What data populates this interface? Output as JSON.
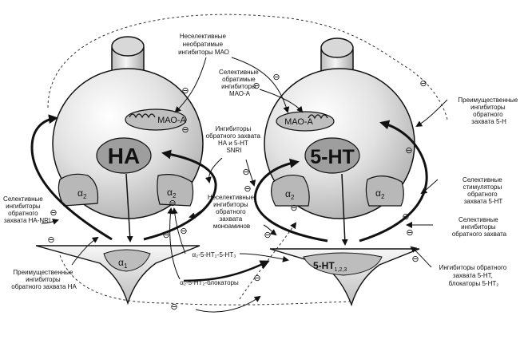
{
  "main": {
    "left_neuron_label": "НА",
    "right_neuron_label": "5-НТ",
    "mao_a_left": "МАО-А",
    "mao_a_right": "МАО-А",
    "alpha2": "α",
    "alpha2_sub": "2",
    "alpha1": "α",
    "alpha1_sub": "1",
    "receptor_5ht": "5-НТ",
    "receptor_5ht_sub": "1,2,3",
    "inhibitor": "⊖"
  },
  "labels": {
    "nonselective_mao": [
      "Неселективные",
      "необратимые",
      "ингибиторы МАО"
    ],
    "selective_mao_a": [
      "Селективные",
      "обратимые",
      "ингибиторы",
      "МАО-А"
    ],
    "reuptake_na_5ht": [
      "Ингибиторы",
      "обратного захвата",
      "НА и 5-НТ",
      "SNRI"
    ],
    "nonselective_reuptake": [
      "Неселективные",
      "ингибиторы",
      "обратного",
      "захвата",
      "моноаминов"
    ],
    "selective_nri": [
      "Селективные",
      "ингибиторы",
      "обратного",
      "захвата НА-NRI"
    ],
    "predominant_na": [
      "Преимущественные",
      "ингибиторы",
      "обратного захвата НА"
    ],
    "a2_5ht2_antag": "α₂-5-НТ₂-5-НТ₃",
    "a2_5ht2_blockers": "α₂-5-НТ₂-блокаторы",
    "predominant_5ht": [
      "Преимущественные",
      "ингибиторы",
      "обратного",
      "захвата 5-Н"
    ],
    "selective_stimulators": [
      "Селективные",
      "стимуляторы",
      "обратного",
      "захвата 5-НТ"
    ],
    "selective_ssri": [
      "Селективные",
      "ингибиторы",
      "обратного захвата"
    ],
    "reuptake_5ht_blockers": [
      "Ингибиторы обратного",
      "захвата 5-НТ,",
      "блокаторы 5-НТ₂"
    ]
  }
}
